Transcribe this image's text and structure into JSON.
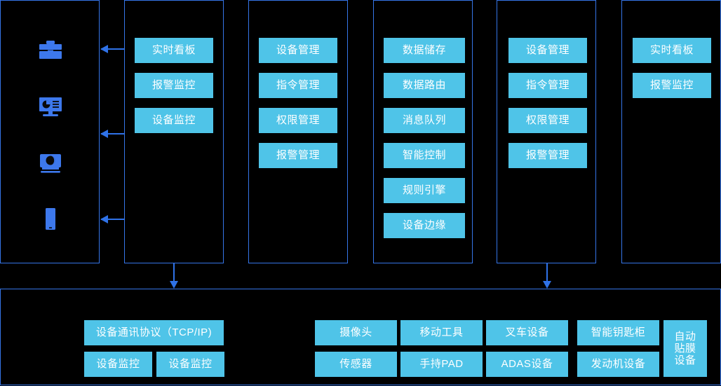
{
  "theme": {
    "background": "#000000",
    "panel_border": "#3575e8",
    "tile_fill": "#4fc4e8",
    "tile_text": "#ffffff",
    "arrow": "#2f72e8",
    "icon": "#3d78ec"
  },
  "top_panels": [
    {
      "id": "clients",
      "icons": [
        {
          "name": "briefcase-icon"
        },
        {
          "name": "desktop-monitor-chart-icon"
        },
        {
          "name": "projector-icon"
        },
        {
          "name": "mobile-phone-icon"
        }
      ],
      "tiles": []
    },
    {
      "id": "monitoring",
      "tiles": [
        {
          "label": "实时看板"
        },
        {
          "label": "报警监控"
        },
        {
          "label": "设备监控"
        }
      ]
    },
    {
      "id": "management",
      "tiles": [
        {
          "label": "设备管理"
        },
        {
          "label": "指令管理"
        },
        {
          "label": "权限管理"
        },
        {
          "label": "报警管理"
        }
      ]
    },
    {
      "id": "platform",
      "tiles": [
        {
          "label": "数据储存"
        },
        {
          "label": "数据路由"
        },
        {
          "label": "消息队列"
        },
        {
          "label": "智能控制"
        },
        {
          "label": "规则引擎"
        },
        {
          "label": "设备边缘"
        }
      ]
    },
    {
      "id": "management-2",
      "tiles": [
        {
          "label": "设备管理"
        },
        {
          "label": "指令管理"
        },
        {
          "label": "权限管理"
        },
        {
          "label": "报警管理"
        }
      ]
    },
    {
      "id": "monitoring-2",
      "tiles": [
        {
          "label": "实时看板"
        },
        {
          "label": "报警监控"
        }
      ]
    }
  ],
  "bottom_panel": {
    "left_group": {
      "protocol": {
        "label": "设备通讯协议（TCP/IP)"
      },
      "row": [
        {
          "label": "设备监控"
        },
        {
          "label": "设备监控"
        }
      ]
    },
    "device_grid": {
      "row_top": [
        {
          "label": "摄像头"
        },
        {
          "label": "移动工具"
        },
        {
          "label": "叉车设备"
        },
        {
          "label": "智能钥匙柜"
        }
      ],
      "row_bottom": [
        {
          "label": "传感器"
        },
        {
          "label": "手持PAD"
        },
        {
          "label": "ADAS设备"
        },
        {
          "label": "发动机设备"
        }
      ],
      "tall": {
        "label": "自动贴膜设备"
      }
    }
  }
}
